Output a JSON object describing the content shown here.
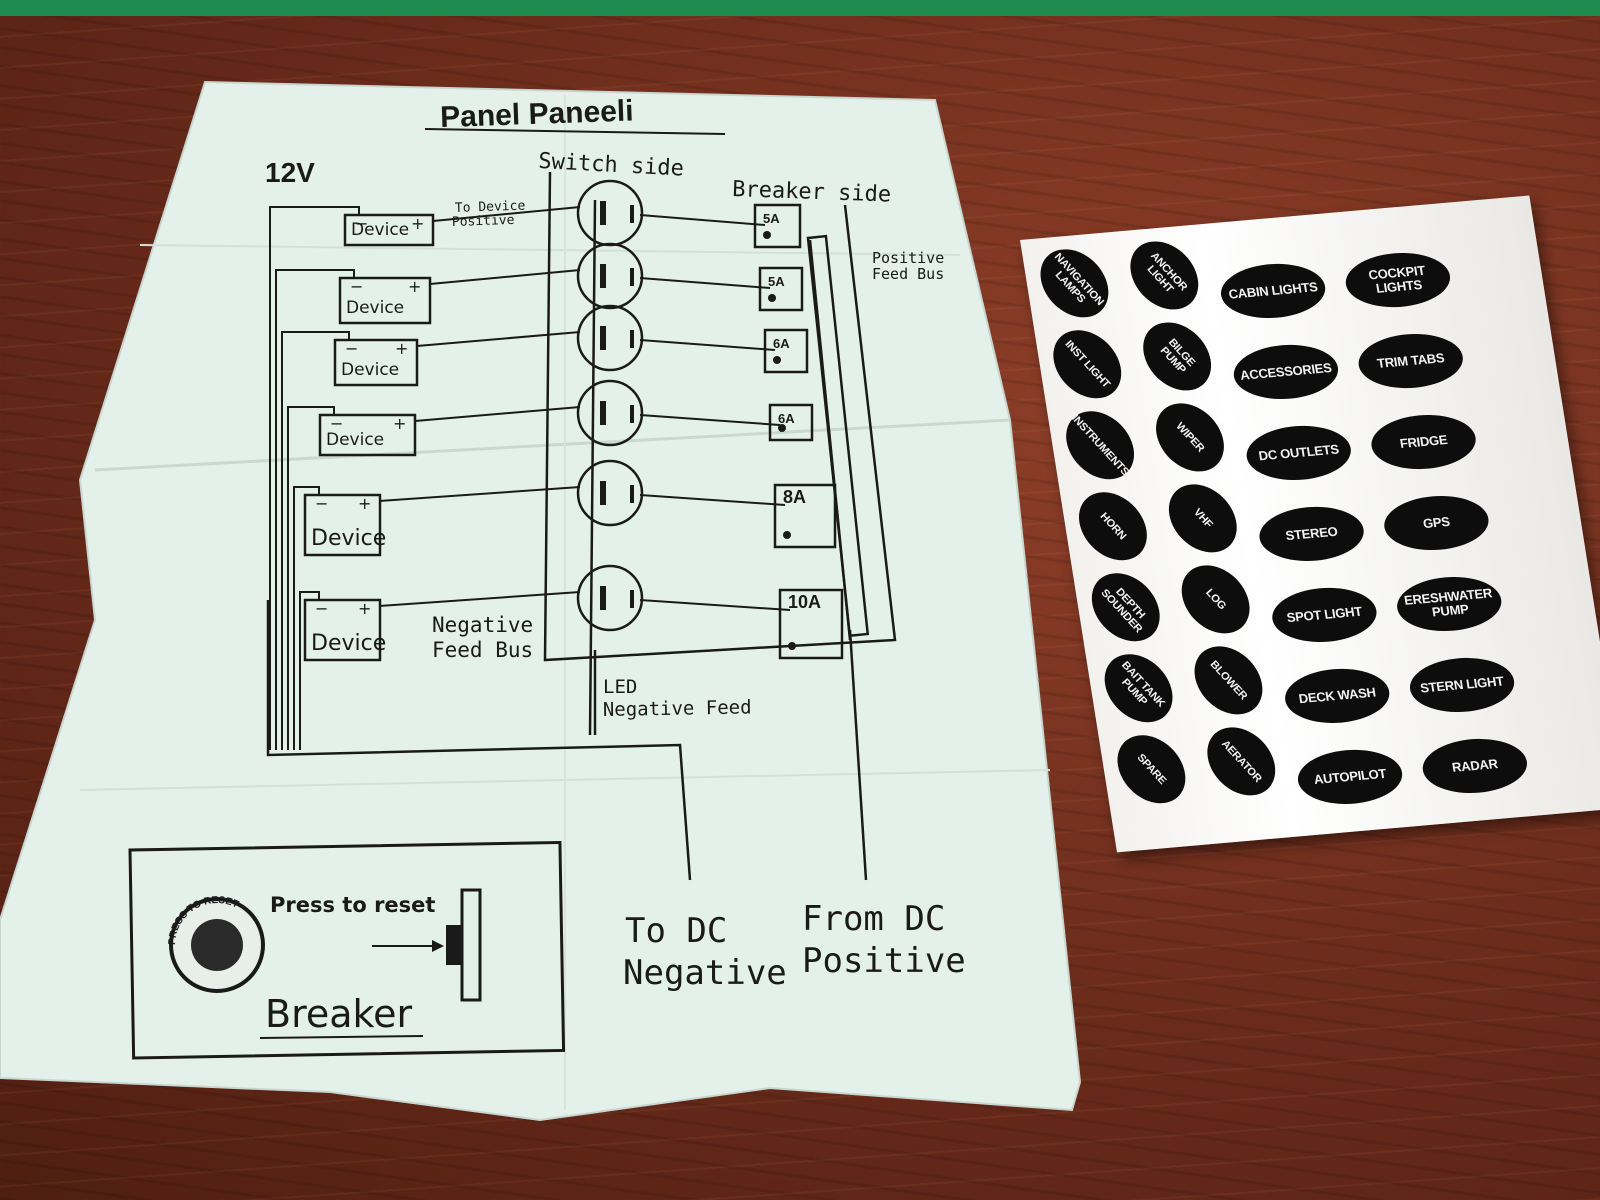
{
  "manual": {
    "title": "Panel Paneeli",
    "voltage": "12V",
    "switch_side": "Switch side",
    "breaker_side": "Breaker side",
    "to_device_positive_1": "To Device",
    "to_device_positive_2": "Positive",
    "positive_feed_bus_1": "Positive",
    "positive_feed_bus_2": "Feed Bus",
    "negative_feed_bus_1": "Negative",
    "negative_feed_bus_2": "Feed Bus",
    "led_feed_1": "LED",
    "led_feed_2": "Negative Feed",
    "device_label": "Device",
    "device_minus": "−",
    "device_plus": "+",
    "breakers": [
      "5A",
      "5A",
      "6A",
      "6A",
      "8A",
      "10A"
    ],
    "to_dc_1": "To DC",
    "to_dc_2": "Negative",
    "from_dc_1": "From DC",
    "from_dc_2": "Positive",
    "press_to_reset": "Press to reset",
    "breaker_caption": "Breaker",
    "button_ring_text": "PRESS TO RESET"
  },
  "stickers": {
    "col1": [
      "NAVIGATION LAMPS",
      "INST LIGHT",
      "INSTRUMENTS",
      "HORN",
      "DEPTH SOUNDER",
      "BAIT TANK PUMP",
      "SPARE"
    ],
    "col2": [
      "ANCHOR LIGHT",
      "BILGE PUMP",
      "WIPER",
      "VHF",
      "LOG",
      "BLOWER",
      "AERATOR"
    ],
    "col3": [
      "CABIN LIGHTS",
      "ACCESSORIES",
      "DC OUTLETS",
      "STEREO",
      "SPOT LIGHT",
      "DECK WASH",
      "AUTOPILOT"
    ],
    "col4": [
      "COCKPIT LIGHTS",
      "TRIM TABS",
      "FRIDGE",
      "GPS",
      "ERESHWATER PUMP",
      "STERN LIGHT",
      "RADAR"
    ]
  },
  "colors": {
    "paper": "#e3f0ea",
    "ink": "#1a1a1a",
    "table": "#6e2c1b",
    "sticker": "#0d0d0d"
  }
}
